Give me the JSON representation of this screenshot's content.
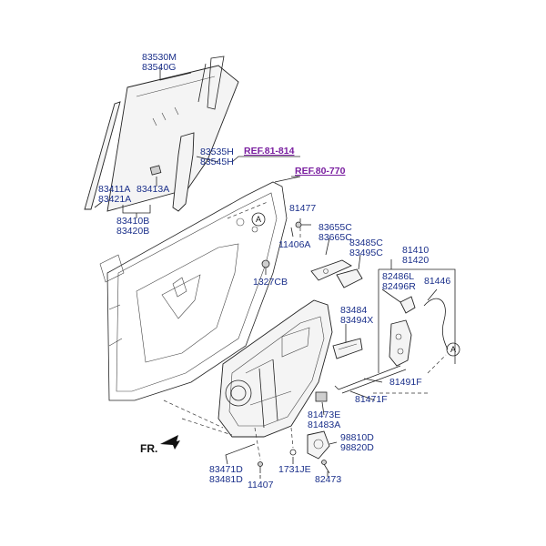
{
  "fr_label": "FR.",
  "callout_letter": "A",
  "refs": {
    "ref1": "REF.81-814",
    "ref2": "REF.80-770"
  },
  "labels": {
    "p83530M": "83530M",
    "p83540G": "83540G",
    "p83535H": "83535H",
    "p83545H": "83545H",
    "p83411A": "83411A",
    "p83421A": "83421A",
    "p83413A": "83413A",
    "p83410B": "83410B",
    "p83420B": "83420B",
    "p81477": "81477",
    "p11406A": "11406A",
    "p83655C": "83655C",
    "p83665C": "83665C",
    "p83485C": "83485C",
    "p83495C": "83495C",
    "p81410": "81410",
    "p81420": "81420",
    "p1327CB": "1327CB",
    "p82486L": "82486L",
    "p82496R": "82496R",
    "p81446": "81446",
    "p83484": "83484",
    "p83494X": "83494X",
    "p81491F": "81491F",
    "p81471F": "81471F",
    "p81473E": "81473E",
    "p81483A": "81483A",
    "p98810D": "98810D",
    "p98820D": "98820D",
    "p83471D": "83471D",
    "p83481D": "83481D",
    "p1731JE": "1731JE",
    "p11407": "11407",
    "p82473": "82473"
  },
  "colors": {
    "part_label": "#1a2f8a",
    "ref_label": "#7a1fa0"
  }
}
